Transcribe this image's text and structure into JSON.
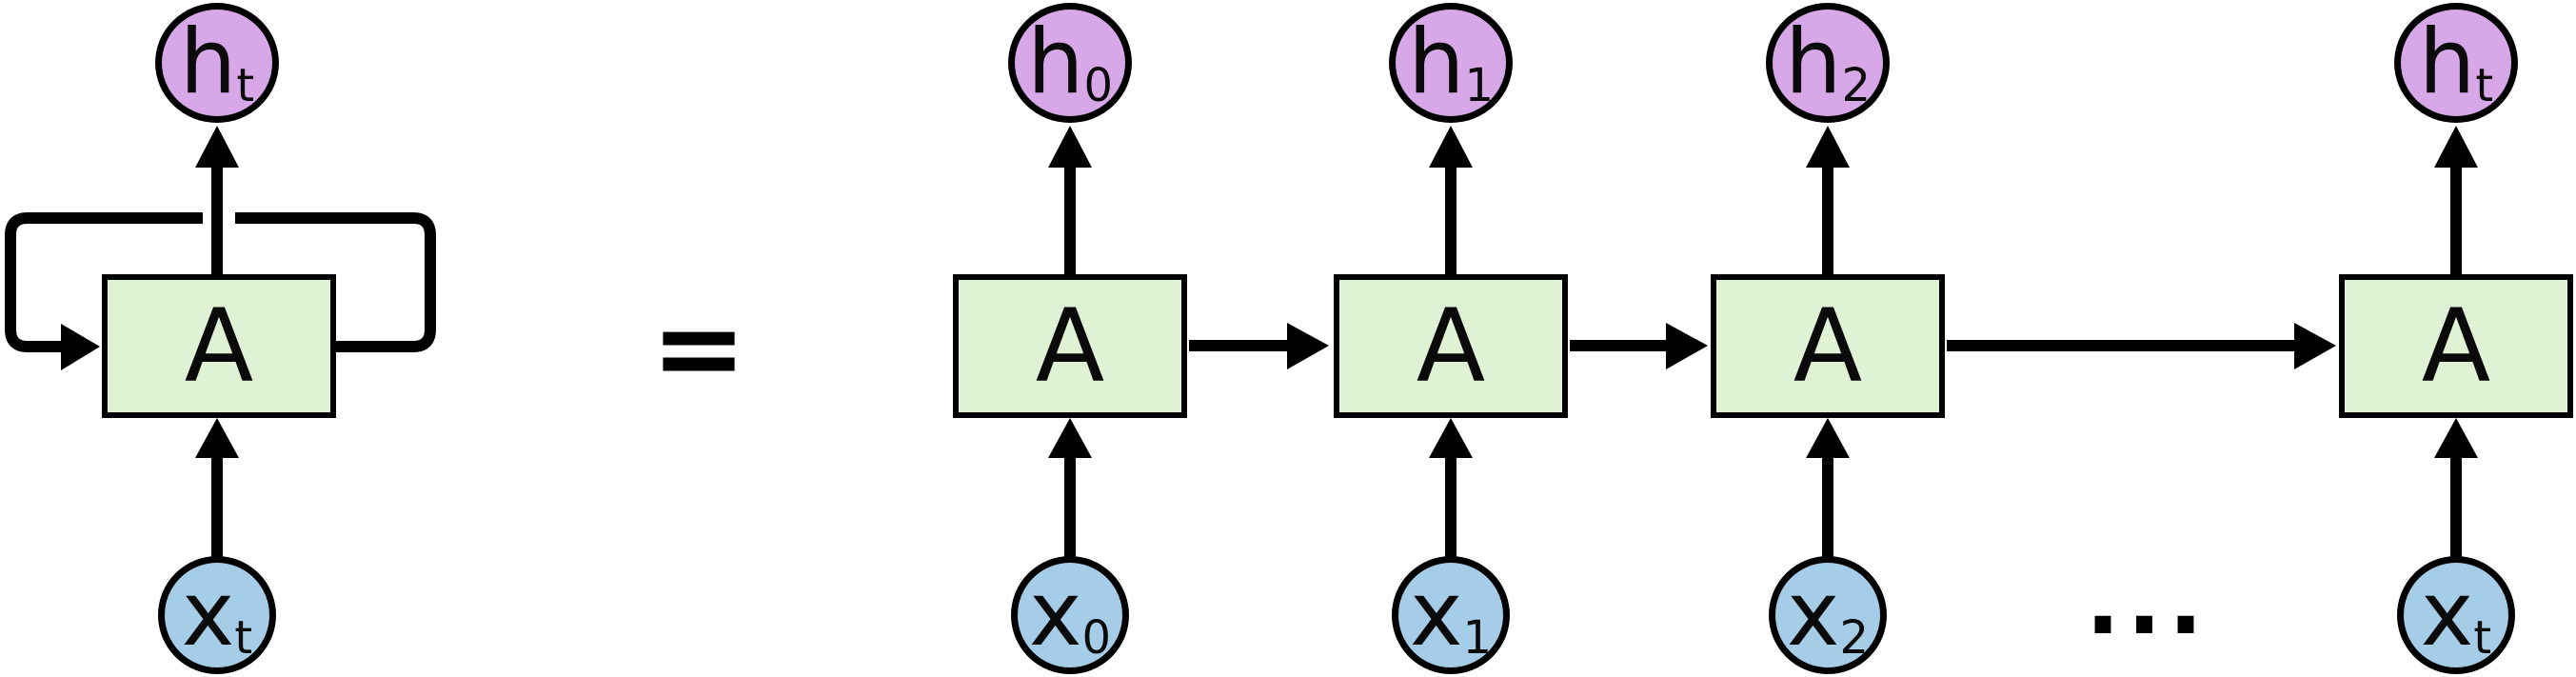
{
  "colors": {
    "output_node_fill": "#d8a7e8",
    "cell_fill": "#dff2d3",
    "input_node_fill": "#a5cde8",
    "stroke": "#000000",
    "background": "#ffffff"
  },
  "rolled": {
    "output_base": "h",
    "output_sub": "t",
    "cell": "A",
    "input_base": "x",
    "input_sub": "t"
  },
  "equals": "=",
  "ellipsis": "...",
  "unrolled": [
    {
      "output_base": "h",
      "output_sub": "0",
      "cell": "A",
      "input_base": "x",
      "input_sub": "0"
    },
    {
      "output_base": "h",
      "output_sub": "1",
      "cell": "A",
      "input_base": "x",
      "input_sub": "1"
    },
    {
      "output_base": "h",
      "output_sub": "2",
      "cell": "A",
      "input_base": "x",
      "input_sub": "2"
    },
    {
      "output_base": "h",
      "output_sub": "t",
      "cell": "A",
      "input_base": "x",
      "input_sub": "t"
    }
  ]
}
